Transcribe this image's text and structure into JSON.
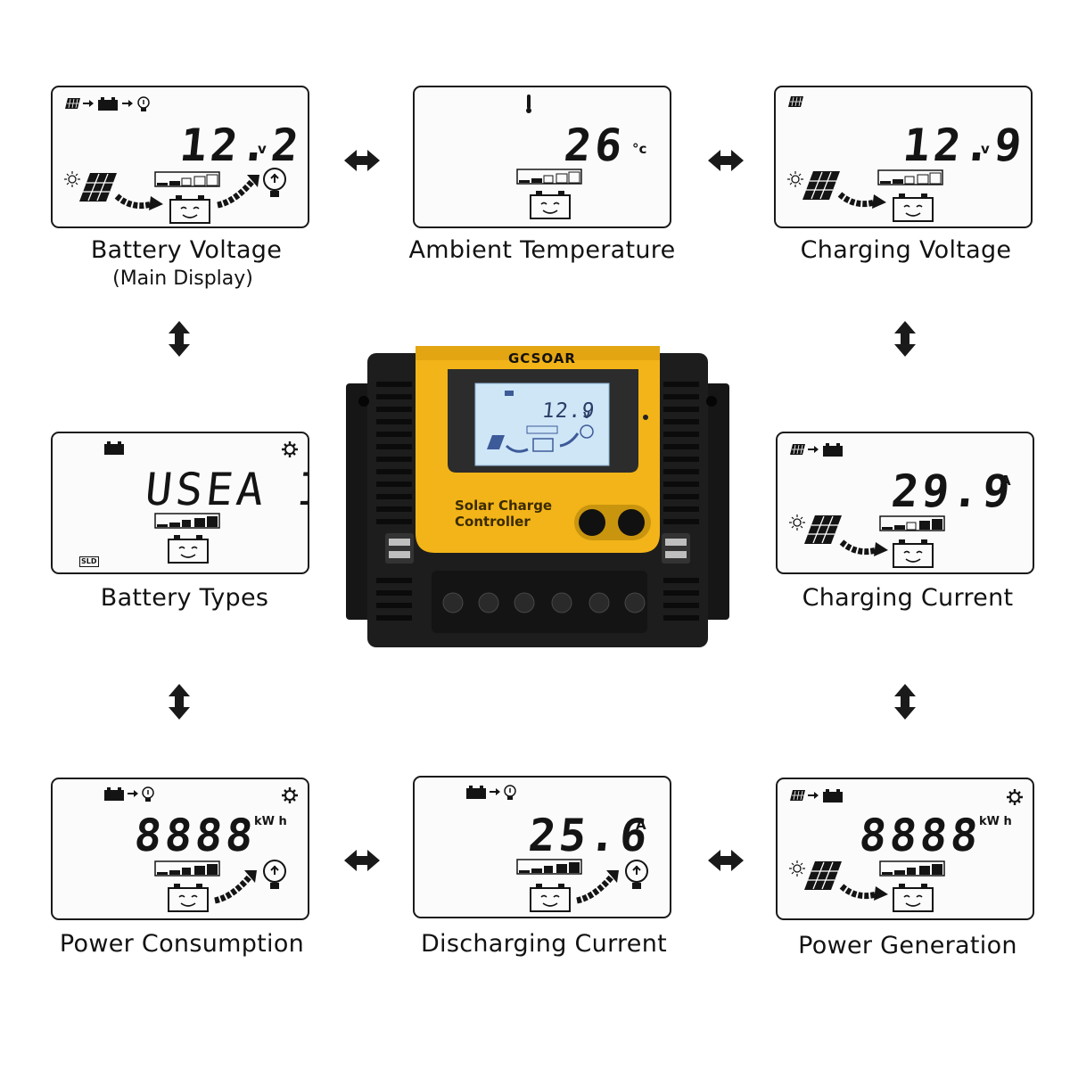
{
  "panels": [
    {
      "id": "battery-voltage",
      "value": "12.2",
      "unit": "v",
      "caption": "Battery Voltage",
      "subcaption": "(Main Display)"
    },
    {
      "id": "ambient-temperature",
      "value": "26",
      "unit": "°c",
      "caption": "Ambient Temperature"
    },
    {
      "id": "charging-voltage",
      "value": "12.9",
      "unit": "v",
      "caption": "Charging Voltage"
    },
    {
      "id": "battery-types",
      "value": "USEA I",
      "unit": "",
      "badge": "SLD",
      "caption": "Battery Types"
    },
    {
      "id": "charging-current",
      "value": "29.9",
      "unit": "A",
      "caption": "Charging Current"
    },
    {
      "id": "power-consumption",
      "value": "8888",
      "unit": "kW h",
      "caption": "Power Consumption"
    },
    {
      "id": "discharging-current",
      "value": "25.6",
      "unit": "A",
      "caption": "Discharging Current"
    },
    {
      "id": "power-generation",
      "value": "8888",
      "unit": "kW h",
      "caption": "Power Generation"
    }
  ],
  "device": {
    "brand": "GCSOAR",
    "screen_value": "12.9",
    "screen_unit": "v",
    "label_line1": "Solar Charge",
    "label_line2": "Controller"
  },
  "colors": {
    "housing": "#1c1c1c",
    "faceplate": "#f2b418",
    "screen": "#cfe6f7",
    "lcd_border": "#1a1a1a"
  },
  "icons": [
    "solar-panel-icon",
    "battery-icon",
    "bulb-icon",
    "sun-icon",
    "thermometer-icon",
    "gear-icon",
    "arrow-icon"
  ]
}
